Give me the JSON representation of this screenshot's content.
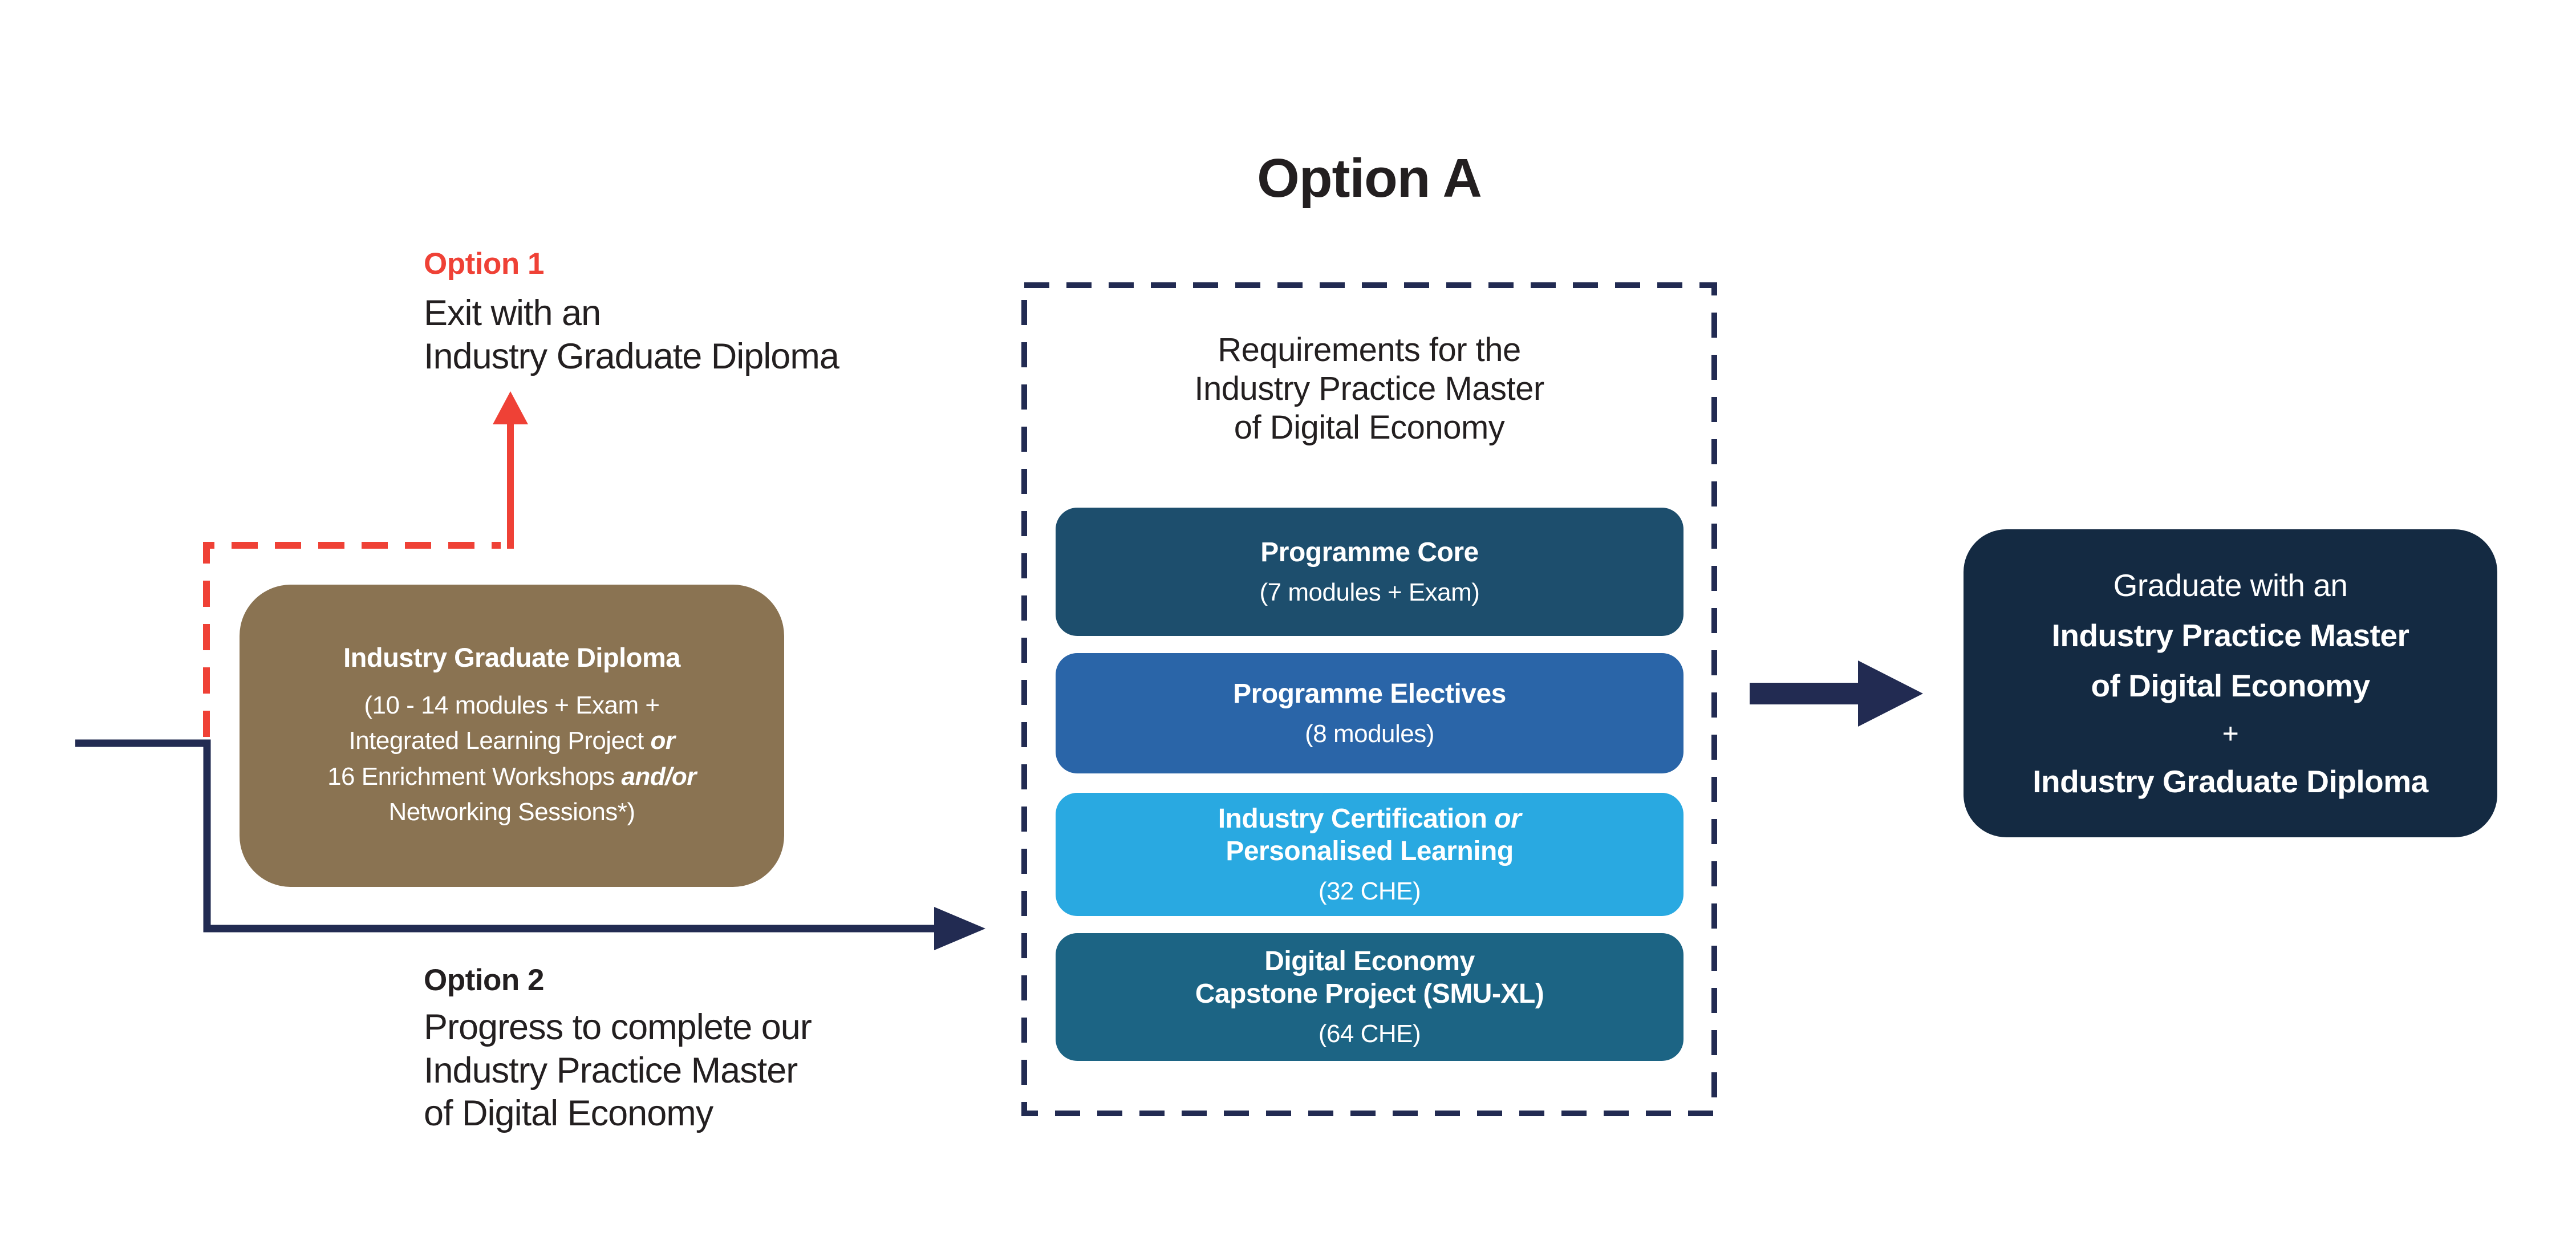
{
  "colors": {
    "navy": "#222b52",
    "red": "#ef4136",
    "text": "#231f20",
    "diploma_gold": "#8a7352",
    "outcome_navy": "#142a42"
  },
  "title": "Option A",
  "option1": {
    "label": "Option 1",
    "lines": [
      "Exit with an",
      "Industry Graduate Diploma"
    ]
  },
  "option2": {
    "label": "Option 2",
    "lines": [
      "Progress to complete our",
      "Industry Practice Master",
      "of Digital Economy"
    ]
  },
  "diploma_box": {
    "color": "#8a7352",
    "title": "Industry Graduate Diploma",
    "line1": "(10 - 14 modules + Exam +",
    "line2_text": "Integrated Learning Project ",
    "line2_em": "or",
    "line3_text": "16 Enrichment Workshops ",
    "line3_em": "and/or",
    "line4": "Networking Sessions*)"
  },
  "requirements": {
    "heading": [
      "Requirements for the",
      "Industry Practice Master",
      "of Digital Economy"
    ],
    "modules": [
      {
        "color": "#1d4e6d",
        "title": "Programme Core",
        "subtitle": "(7 modules + Exam)"
      },
      {
        "color": "#2a65a8",
        "title": "Programme Electives",
        "subtitle": "(8 modules)"
      },
      {
        "color": "#29a9e1",
        "title_text": "Industry Certification ",
        "title_em": "or",
        "title_line2": "Personalised Learning",
        "subtitle": "(32 CHE)"
      },
      {
        "color": "#1c6484",
        "title": "Digital Economy",
        "title_line2": "Capstone Project (SMU-XL)",
        "subtitle": "(64 CHE)"
      }
    ]
  },
  "outcome": {
    "color": "#142a42",
    "line1": "Graduate with an",
    "line2": "Industry Practice Master",
    "line3": "of Digital Economy",
    "plus": "+",
    "line4": "Industry Graduate Diploma"
  }
}
